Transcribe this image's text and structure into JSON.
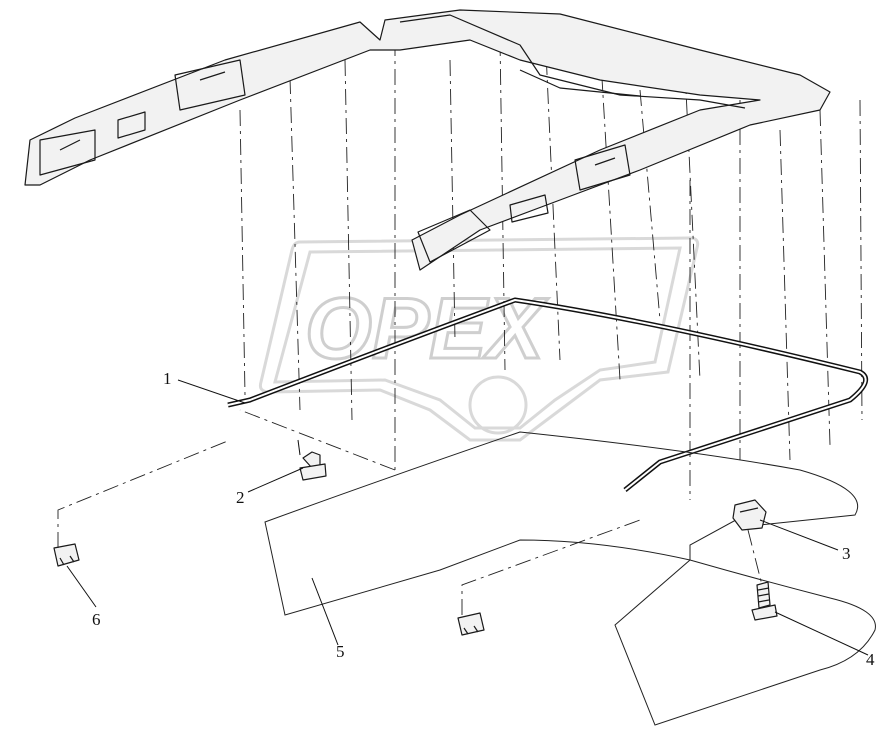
{
  "watermark": {
    "logo_text": "OPEX"
  },
  "callouts": [
    {
      "id": "1",
      "label": "1"
    },
    {
      "id": "2",
      "label": "2"
    },
    {
      "id": "3",
      "label": "3"
    },
    {
      "id": "4",
      "label": "4"
    },
    {
      "id": "5",
      "label": "5"
    },
    {
      "id": "6",
      "label": "6"
    }
  ]
}
